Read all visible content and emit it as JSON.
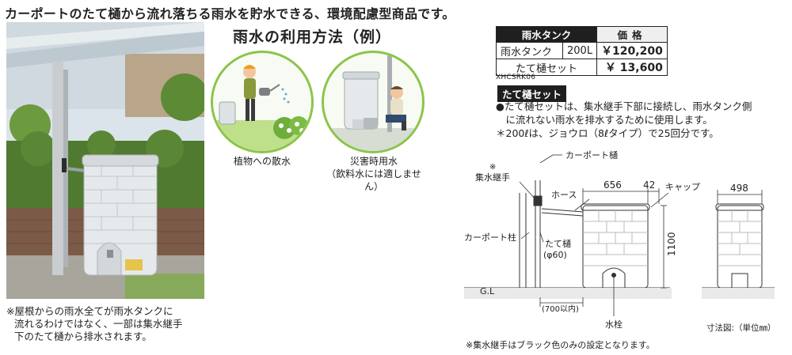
{
  "headline": "カーポートのたて樋から流れ落ちる雨水を貯水できる、環境配慮型商品です。",
  "photo_note": [
    "※屋根からの雨水全てが雨水タンクに",
    "流れるわけではなく、一部は集水継手",
    "下のたて樋から排水されます。"
  ],
  "usage": {
    "title": "雨水の利用方法（例）",
    "items": [
      {
        "caption": "植物への散水",
        "note": ""
      },
      {
        "caption": "災害時用水",
        "note": "（飲料水には適しません）"
      }
    ]
  },
  "price_table": {
    "header_product": "雨水タンク",
    "header_price": "価格",
    "rows": [
      {
        "name": "雨水タンク",
        "size": "200L",
        "price": "￥120,200"
      },
      {
        "name": "たて樋セット",
        "size": "",
        "price": "￥ 13,600"
      }
    ],
    "code": "XHCSRK06"
  },
  "set_section": {
    "tag": "たて樋セット",
    "lines": [
      "●たて樋セットは、集水継手下部に接続し、雨水タンク側",
      "　に流れない雨水を排水するために使用します。",
      "＊200ℓは、ジョウロ（8ℓタイプ）で25回分です。"
    ]
  },
  "diagram": {
    "labels": {
      "carport_gutter": "カーポート樋",
      "mark": "※",
      "joint": "集水継手",
      "hose": "ホース",
      "cap": "キャップ",
      "post": "カーポート柱",
      "pipe": "たて樋",
      "pipe_dia": "(φ60)",
      "gl": "G.L",
      "spacing": "(700以内)",
      "faucet": "水栓",
      "dim_width": "656",
      "dim_cap": "42",
      "dim_height": "1100",
      "dim_depth": "498",
      "unit_note": "寸法図:（単位㎜）"
    },
    "footnote": "※集水継手はブラック色のみの設定となります。"
  },
  "colors": {
    "tank": "#e6e9ec",
    "circle_border": "#8cc44a",
    "hedge": "#4f7a2f",
    "dark_header": "#1f1f1f"
  }
}
